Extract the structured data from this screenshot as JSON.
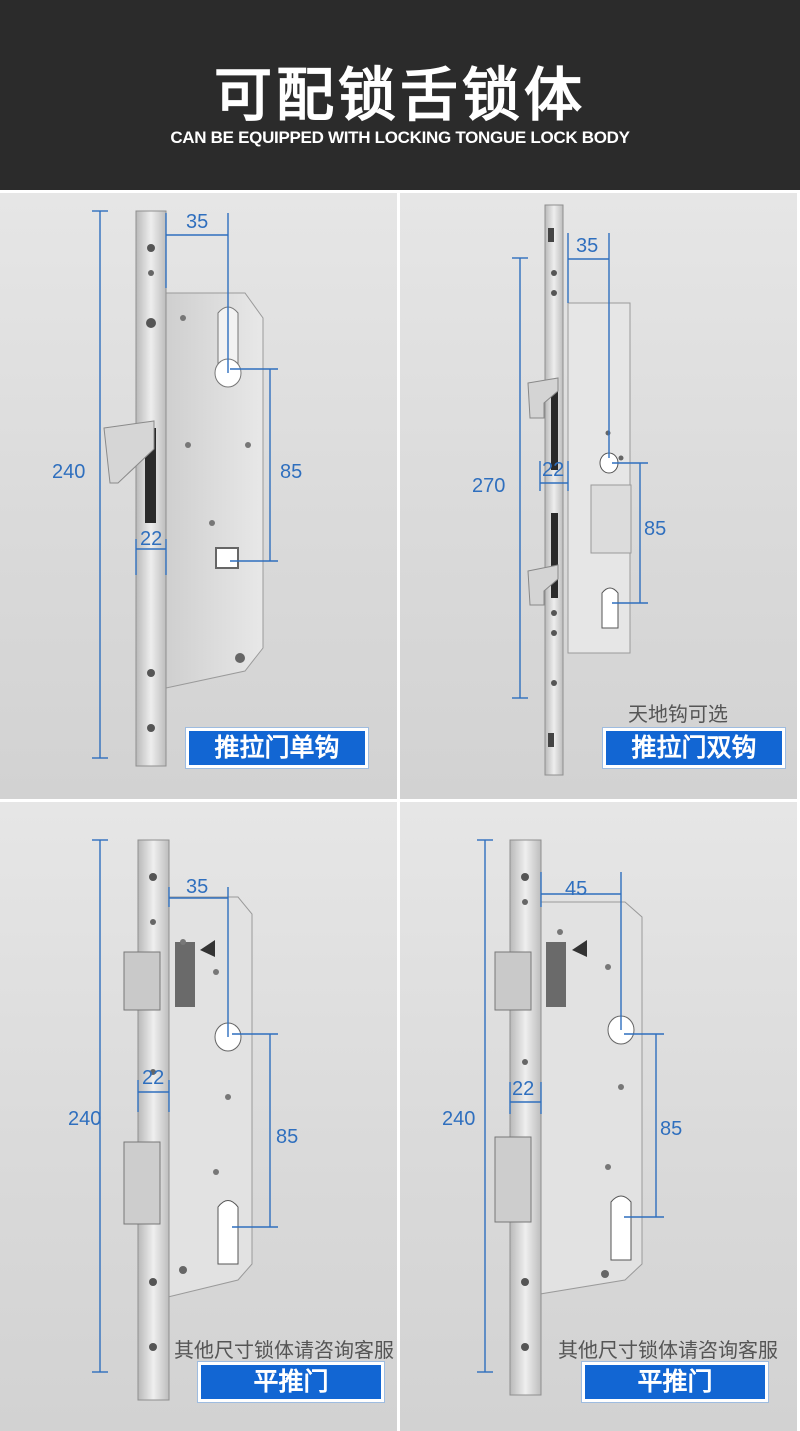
{
  "header": {
    "title": "可配锁舌锁体",
    "subtitle": "CAN BE EQUIPPED WITH LOCKING TONGUE LOCK BODY"
  },
  "colors": {
    "header_bg": "#2b2b2b",
    "dimension_blue": "#2f6fbe",
    "label_blue": "#1266d3"
  },
  "panels": [
    {
      "dims": {
        "height": "240",
        "width": "35",
        "backset": "85",
        "face": "22"
      },
      "label": "推拉门单钩"
    },
    {
      "dims": {
        "height": "270",
        "width": "35",
        "backset": "85",
        "face": "22"
      },
      "note": "天地钩可选",
      "label": "推拉门双钩"
    },
    {
      "dims": {
        "height": "240",
        "width": "35",
        "backset": "85",
        "face": "22"
      },
      "note": "其他尺寸锁体请咨询客服",
      "label": "平推门"
    },
    {
      "dims": {
        "height": "240",
        "width": "45",
        "backset": "85",
        "face": "22"
      },
      "note": "其他尺寸锁体请咨询客服",
      "label": "平推门"
    }
  ]
}
